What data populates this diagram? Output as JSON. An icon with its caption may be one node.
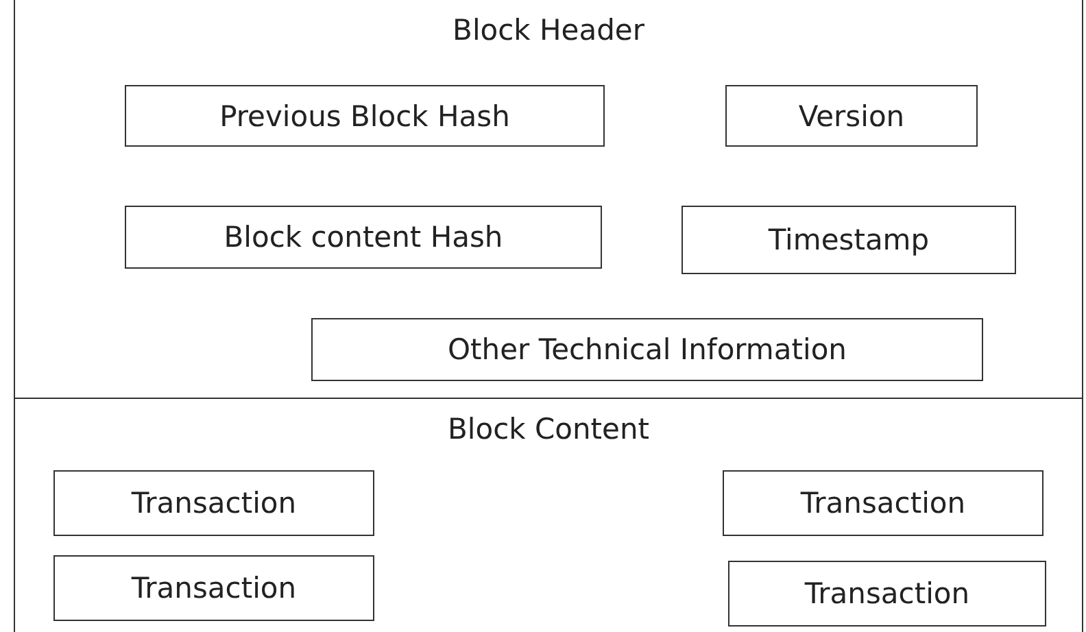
{
  "diagram": {
    "nodes": [
      {
        "text": [
          "Block Header"
        ]
      },
      {
        "text": [
          "Previous Block Hash"
        ],
        "in": 0
      },
      {
        "text": [
          "Version"
        ],
        "in": 0
      },
      {
        "text": [
          "Block content Hash"
        ],
        "in": 0
      },
      {
        "text": [
          "Timestamp"
        ],
        "in": 0
      },
      {
        "text": [
          "Other Technical Information"
        ],
        "in": 0
      },
      {
        "text": [
          "Block Content"
        ]
      },
      {
        "text": [
          "Transaction"
        ],
        "in": 6
      },
      {
        "text": [
          "Transaction"
        ],
        "in": 6
      },
      {
        "text": [
          "Transaction"
        ],
        "in": 6
      },
      {
        "text": [
          "Transaction"
        ],
        "in": 6
      }
    ]
  }
}
